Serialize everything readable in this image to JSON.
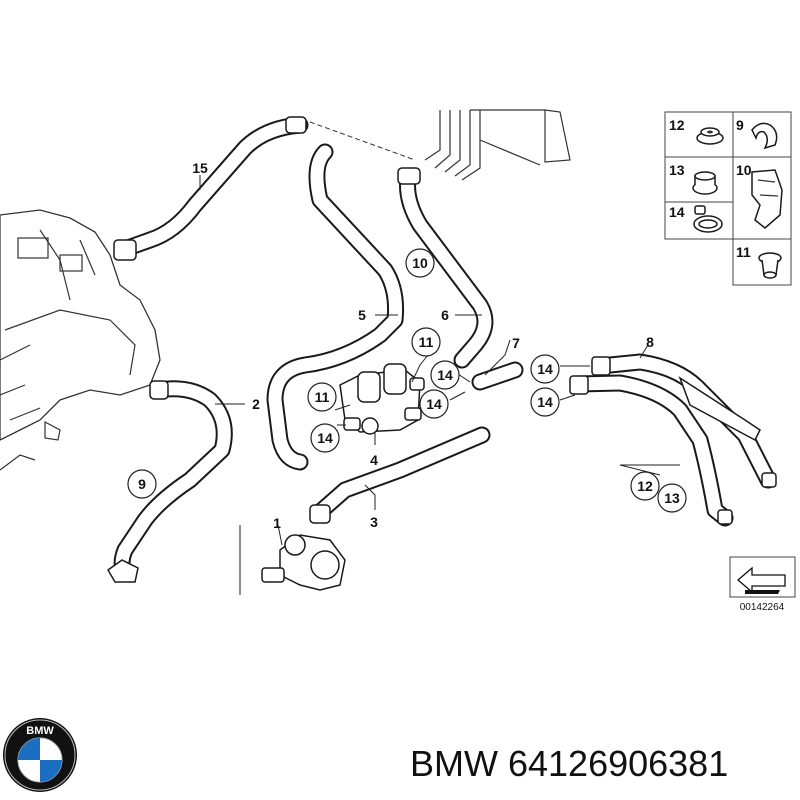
{
  "diagram": {
    "part_labels": {
      "p1": "1",
      "p2": "2",
      "p3": "3",
      "p4": "4",
      "p5": "5",
      "p6": "6",
      "p7": "7",
      "p8": "8",
      "p15": "15"
    },
    "circle_labels": {
      "c9": "9",
      "c10": "10",
      "c11a": "11",
      "c11b": "11",
      "c14a": "14",
      "c14b": "14",
      "c14c": "14",
      "c14d": "14",
      "c14e": "14",
      "c12": "12",
      "c13": "13"
    },
    "legend": {
      "items": [
        "12",
        "9",
        "13",
        "10",
        "14",
        "11"
      ]
    },
    "reference_number": "00142264"
  },
  "brand": {
    "logo_text": "BMW",
    "caption": "BMW 64126906381"
  }
}
